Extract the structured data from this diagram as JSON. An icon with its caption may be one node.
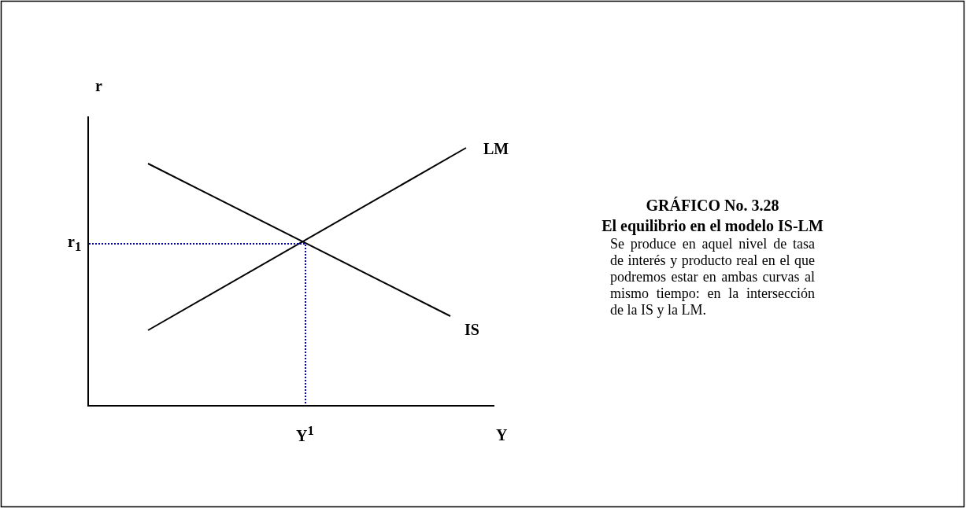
{
  "diagram": {
    "title": "GRÁFICO No.  3.28",
    "caption": "Se produce en aquel nivel de tasa de interés y producto real en el que podremos estar en ambas curvas al mismo tiempo: en la intersección de la IS y la LM.",
    "labels": [
      "r",
      "LM",
      "El equilibrio en el modelo IS-LM",
      "r$_{1}$",
      "IS",
      "Y$^{1}$",
      "Y"
    ]
  }
}
